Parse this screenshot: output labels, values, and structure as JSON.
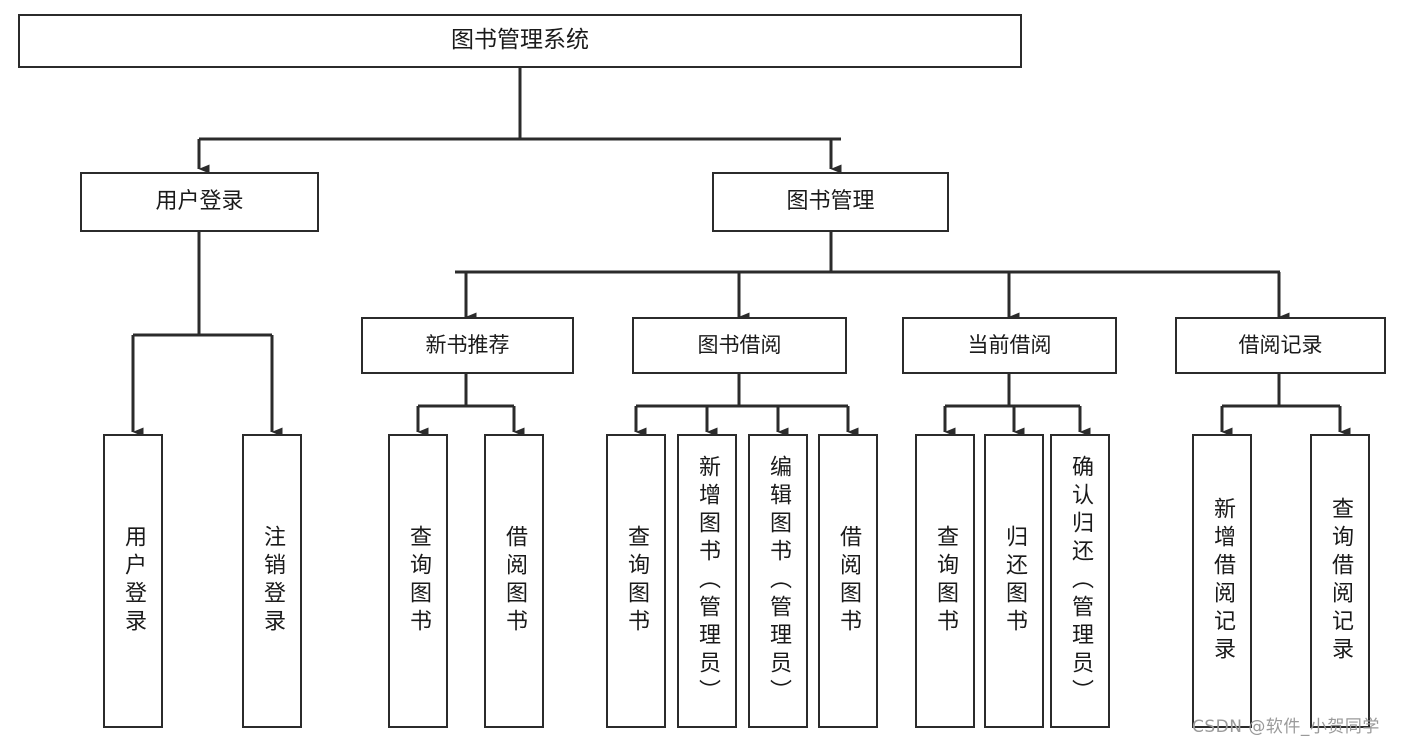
{
  "diagram": {
    "title": "图书管理系统",
    "type": "tree",
    "watermark": "CSDN @软件_小贺同学",
    "colors": {
      "stroke": "#2b2b2b",
      "fill": "#ffffff",
      "text": "#1a1a1a",
      "watermark": "#9a9a9a"
    },
    "root": {
      "label": "图书管理系统"
    },
    "level2": [
      {
        "label": "用户登录"
      },
      {
        "label": "图书管理"
      }
    ],
    "level3": [
      {
        "label": "新书推荐"
      },
      {
        "label": "图书借阅"
      },
      {
        "label": "当前借阅"
      },
      {
        "label": "借阅记录"
      }
    ],
    "leaves": {
      "user_login": [
        {
          "label": "用户登录"
        },
        {
          "label": "注销登录"
        }
      ],
      "new_book": [
        {
          "label": "查询图书"
        },
        {
          "label": "借阅图书"
        }
      ],
      "borrow": [
        {
          "label": "查询图书"
        },
        {
          "label": "新增图书（管理员）"
        },
        {
          "label": "编辑图书（管理员）"
        },
        {
          "label": "借阅图书"
        }
      ],
      "current": [
        {
          "label": "查询图书"
        },
        {
          "label": "归还图书"
        },
        {
          "label": "确认归还（管理员）"
        }
      ],
      "records": [
        {
          "label": "新增借阅记录"
        },
        {
          "label": "查询借阅记录"
        }
      ]
    }
  }
}
